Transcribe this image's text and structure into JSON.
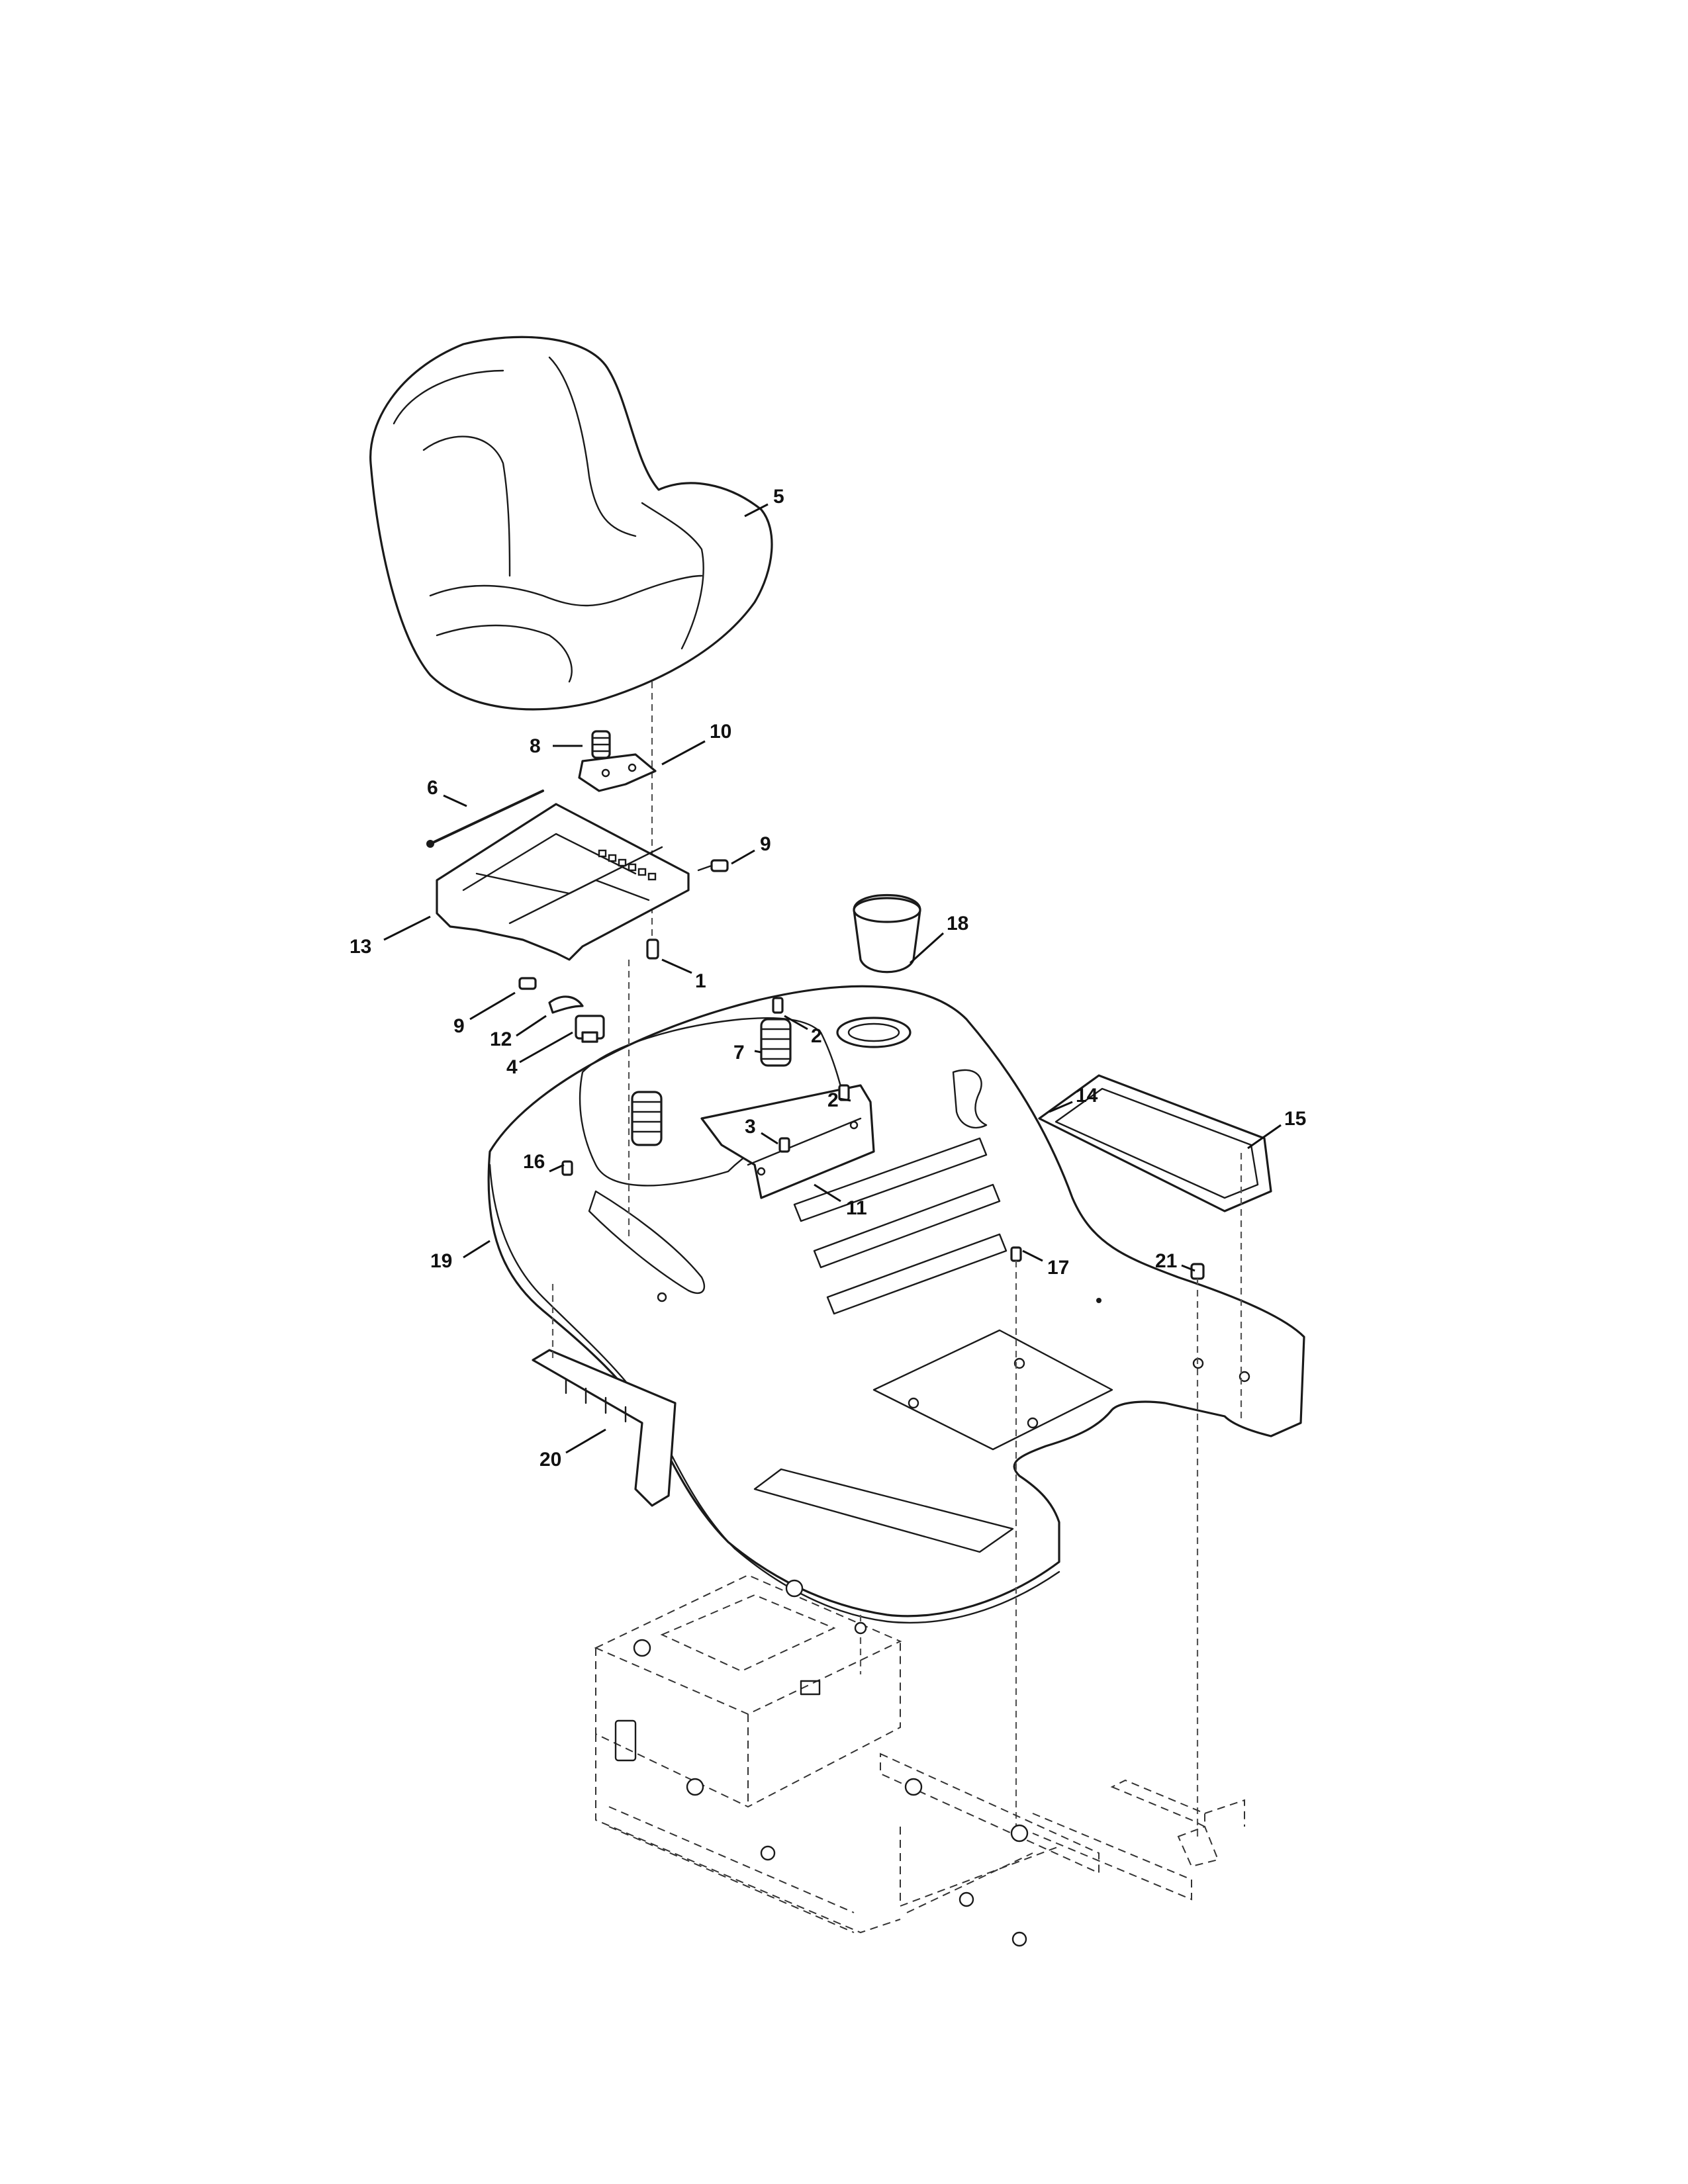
{
  "diagram": {
    "callouts": {
      "c1": "1",
      "c2a": "2",
      "c2b": "2",
      "c3": "3",
      "c4": "4",
      "c5": "5",
      "c6": "6",
      "c7": "7",
      "c8": "8",
      "c9a": "9",
      "c9b": "9",
      "c10": "10",
      "c11": "11",
      "c12": "12",
      "c13": "13",
      "c14": "14",
      "c15": "15",
      "c16": "16",
      "c17": "17",
      "c18": "18",
      "c19": "19",
      "c20": "20",
      "c21": "21"
    }
  }
}
